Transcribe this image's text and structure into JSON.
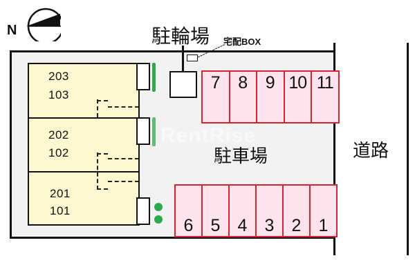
{
  "compass": {
    "north_label": "N",
    "icon": "north-arrow-icon"
  },
  "labels": {
    "bicycle_parking": "駐輪場",
    "delivery_box": "宅配BOX",
    "parking_lot": "駐車場",
    "road": "道路",
    "watermark": "RentRise"
  },
  "building": {
    "units": [
      {
        "upper": "203",
        "lower": "103"
      },
      {
        "upper": "202",
        "lower": "102"
      },
      {
        "upper": "201",
        "lower": "101"
      }
    ]
  },
  "parking": {
    "top_row": [
      "7",
      "8",
      "9",
      "10",
      "11"
    ],
    "bottom_row": [
      "6",
      "5",
      "4",
      "3",
      "2",
      "1"
    ]
  },
  "colors": {
    "lot_fill": "#f2f2f2",
    "building_fill": "#fdf8cf",
    "stall_fill": "#fde4ec",
    "stall_border": "#d3242f",
    "greenery": "#2daa4e"
  }
}
